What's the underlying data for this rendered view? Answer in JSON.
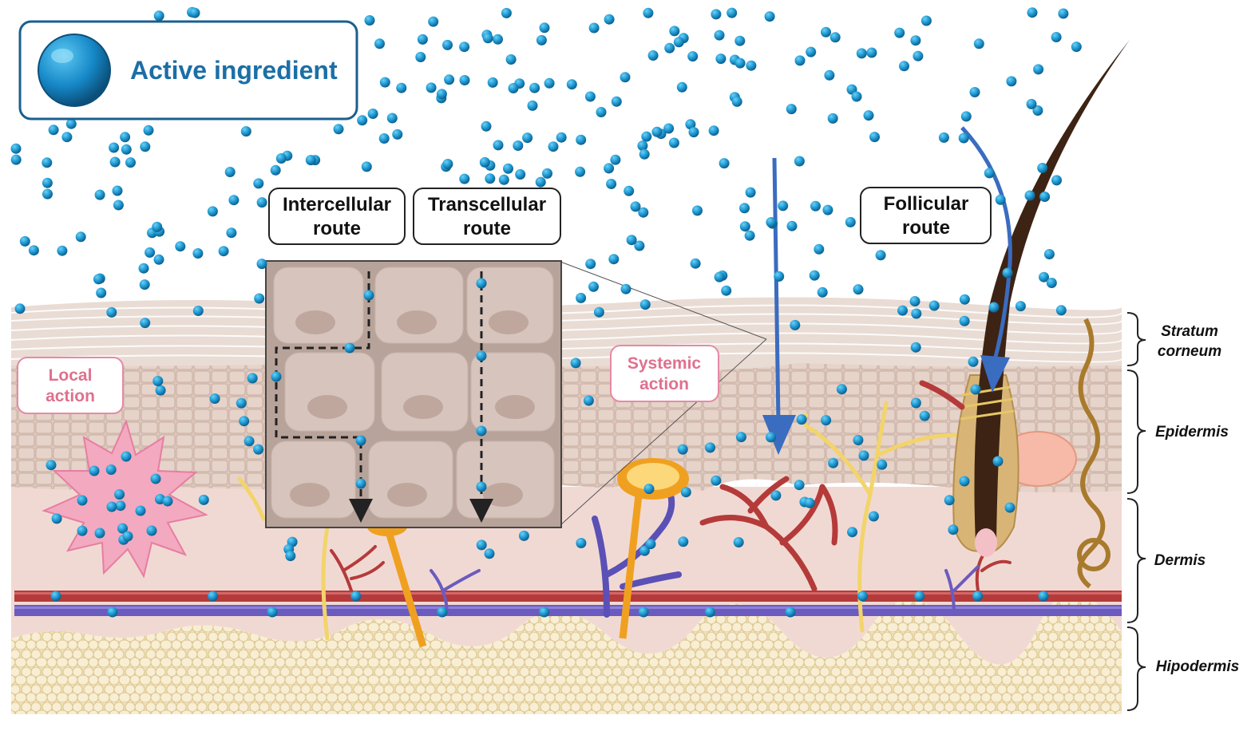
{
  "legend": {
    "label": "Active ingredient",
    "icon": "sphere-icon",
    "color": "#1f9ad3"
  },
  "routes": {
    "intercellular": {
      "line1": "Intercellular",
      "line2": "route"
    },
    "transcellular": {
      "line1": "Transcellular",
      "line2": "route"
    },
    "follicular": {
      "line1": "Follicular",
      "line2": "route"
    }
  },
  "actions": {
    "local": {
      "line1": "Local",
      "line2": "action"
    },
    "systemic": {
      "line1": "Systemic",
      "line2": "action"
    }
  },
  "layers": {
    "stratum_corneum": {
      "line1": "Stratum",
      "line2": "corneum"
    },
    "epidermis": "Epidermis",
    "dermis": "Dermis",
    "hipodermis": "Hipodermis"
  },
  "colors": {
    "particle": "#1f9ad3",
    "arrow": "#3a6cc0",
    "artery": "#b53a3a",
    "vein": "#6b5bbf",
    "action_text": "#e0708e",
    "hair": "#3d2313",
    "nerve": "#f2d46a",
    "fat": "#f5e9c7"
  }
}
